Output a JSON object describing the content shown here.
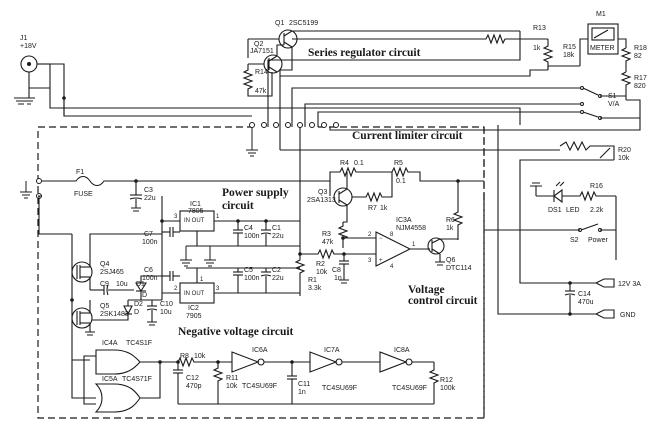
{
  "sections": {
    "series_regulator": "Series regulator circuit",
    "current_limiter": "Current limiter circuit",
    "power_supply_1": "Power supply",
    "power_supply_2": "circuit",
    "voltage_control_1": "Voltage",
    "voltage_control_2": "control circuit",
    "negative_voltage": "Negative voltage circuit"
  },
  "components": {
    "j1": "J1",
    "j1_val": "+18V",
    "q1": "Q1",
    "q1_val": "2SC5199",
    "q2": "Q2",
    "q2_val": "JA7151",
    "r14": "R14",
    "r14_val": "47k",
    "r13": "R13",
    "r13_val": "1k",
    "r15": "R15",
    "r15_val": "18k",
    "m1": "M1",
    "meter": "METER",
    "r18": "R18",
    "r18_val": "82",
    "r17": "R17",
    "r17_val": "820",
    "s1": "S1",
    "s1_val": "V/A",
    "r20": "R20",
    "r20_val": "10k",
    "f1": "F1",
    "fuse": "FUSE",
    "c3": "C3",
    "c3_val": "22u",
    "ic1": "IC1",
    "ic1_val": "7805",
    "ic_inout": "IN OUT",
    "c4": "C4",
    "c4_val": "100n",
    "c1": "C1",
    "c1_val": "22u",
    "c7": "C7",
    "c7_val": "100n",
    "c6": "C6",
    "c6_val": "100n",
    "c5": "C5",
    "c5_val": "100n",
    "c2": "C2",
    "c2_val": "22u",
    "ic2": "IC2",
    "ic2_val": "7905",
    "r4": "R4",
    "r4_val": "0.1",
    "r5": "R5",
    "r5_val": "0.1",
    "q3": "Q3",
    "q3_val": "2SA1313",
    "r7": "R7",
    "r7_val": "1k",
    "r3": "R3",
    "r3_val": "47k",
    "r2": "R2",
    "r2_val": "10k",
    "c8": "C8",
    "c8_val": "1n",
    "r1": "R1",
    "r1_val": "3.3k",
    "ic3a": "IC3A",
    "ic3a_val": "NJM4558",
    "r6": "R6",
    "r6_val": "1k",
    "q6": "Q6",
    "q6_val": "DTC114",
    "ds1": "DS1",
    "led": "LED",
    "r16": "R16",
    "r16_val": "2.2k",
    "s2": "S2",
    "power": "Power",
    "out_12v": "12V 3A",
    "c14": "C14",
    "c14_val": "470u",
    "gnd": "GND",
    "q4": "Q4",
    "q4_val": "2SJ465",
    "c9": "C9",
    "c9_val": "10u",
    "d1": "D1",
    "d2": "D2",
    "d_letter": "D",
    "c10": "C10",
    "c10_val": "10u",
    "q5": "Q5",
    "q5_val": "2SK1483",
    "ic4a": "IC4A",
    "ic4a_val": "TC4S1F",
    "ic5a": "IC5A",
    "ic5a_val": "TC4S71F",
    "r8": "R8",
    "r8_val": "10k",
    "c12": "C12",
    "c12_val": "470p",
    "r11": "R11",
    "r11_val": "10k",
    "ic6a": "IC6A",
    "ic6a_val": "TC4SU69F",
    "c11": "C11",
    "c11_val": "1n",
    "ic7a": "IC7A",
    "ic7a_val": "TC4SU69F",
    "ic8a": "IC8A",
    "ic8a_val": "TC4SU69F",
    "r12": "R12",
    "r12_val": "100k"
  }
}
